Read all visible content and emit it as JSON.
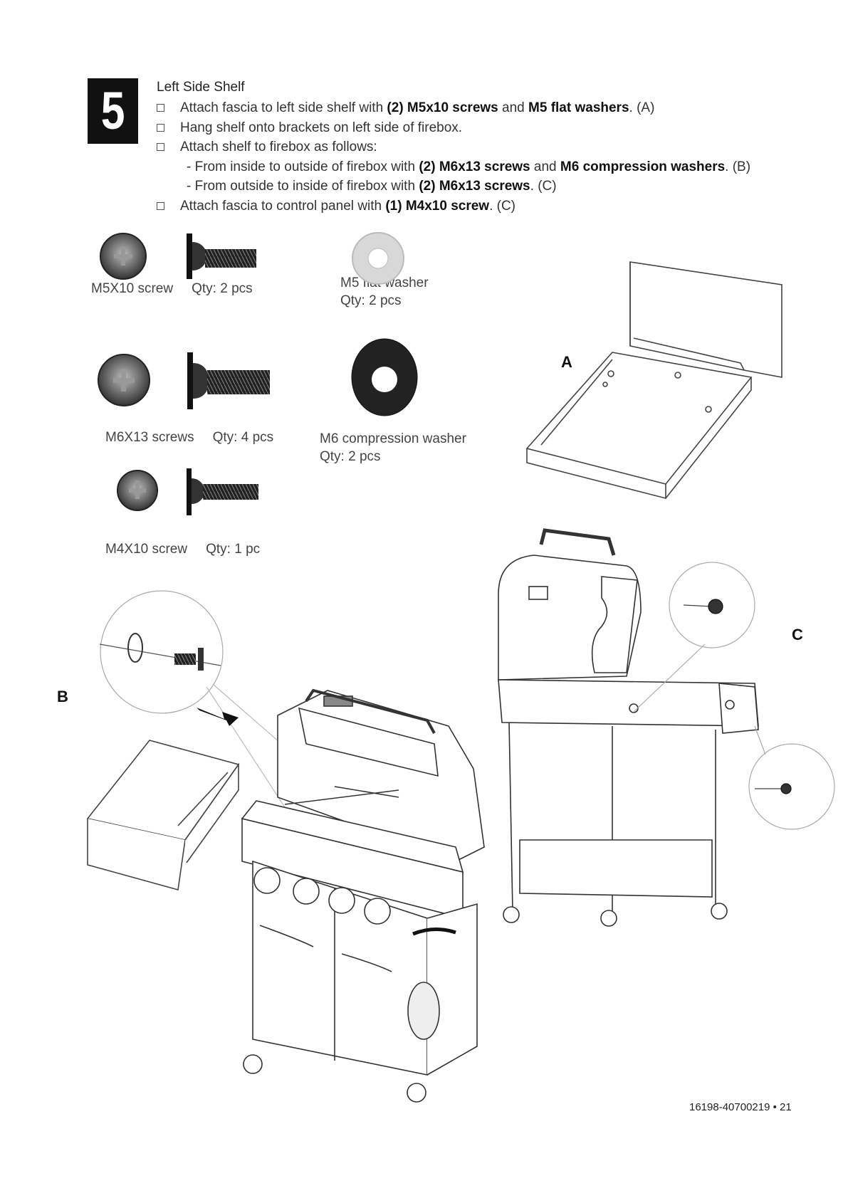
{
  "step": {
    "number": "5",
    "title": "Left Side Shelf"
  },
  "instructions": [
    {
      "checkbox": true,
      "parts": [
        {
          "t": "Attach fascia to left side shelf with ",
          "b": false
        },
        {
          "t": "(2) M5x10 screws",
          "b": true
        },
        {
          "t": " and ",
          "b": false
        },
        {
          "t": "M5 flat washers",
          "b": true
        },
        {
          "t": ". (A)",
          "b": false
        }
      ]
    },
    {
      "checkbox": true,
      "parts": [
        {
          "t": "Hang shelf onto brackets on left side of firebox.",
          "b": false
        }
      ]
    },
    {
      "checkbox": true,
      "parts": [
        {
          "t": "Attach shelf to firebox as follows:",
          "b": false
        }
      ]
    },
    {
      "checkbox": false,
      "parts": [
        {
          "t": "- From inside to outside of firebox with ",
          "b": false
        },
        {
          "t": "(2) M6x13 screws",
          "b": true
        },
        {
          "t": " and ",
          "b": false
        },
        {
          "t": "M6 compression washers",
          "b": true
        },
        {
          "t": ". (B)",
          "b": false
        }
      ]
    },
    {
      "checkbox": false,
      "parts": [
        {
          "t": "- From outside to inside of firebox with ",
          "b": false
        },
        {
          "t": "(2) M6x13 screws",
          "b": true
        },
        {
          "t": ". (C)",
          "b": false
        }
      ]
    },
    {
      "checkbox": true,
      "parts": [
        {
          "t": "Attach fascia to control panel with ",
          "b": false
        },
        {
          "t": "(1) M4x10 screw",
          "b": true
        },
        {
          "t": ". (C)",
          "b": false
        }
      ]
    }
  ],
  "parts": {
    "m5_screw": {
      "name": "M5X10 screw",
      "qty": "Qty: 2 pcs"
    },
    "m5_washer": {
      "name": "M5 flat washer",
      "qty": "Qty: 2 pcs"
    },
    "m6_screw": {
      "name": "M6X13 screws",
      "qty": "Qty: 4 pcs"
    },
    "m6_washer": {
      "name": "M6 compression washer",
      "qty": "Qty: 2 pcs"
    },
    "m4_screw": {
      "name": "M4X10 screw",
      "qty": "Qty: 1 pc"
    }
  },
  "callouts": {
    "a": "A",
    "b": "B",
    "c": "C"
  },
  "footer": "16198-40700219 • 21"
}
